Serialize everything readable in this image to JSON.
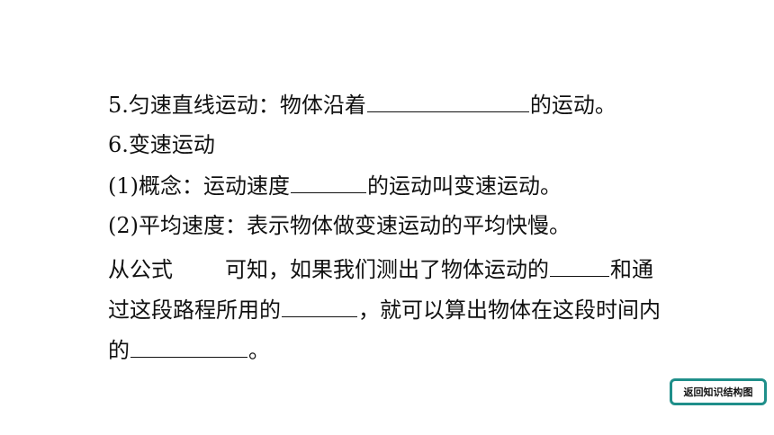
{
  "lines": {
    "l1": {
      "num": "5.",
      "text_before": "匀速直线运动：物体沿着",
      "text_after": "的运动。"
    },
    "l2": {
      "num": "6.",
      "text": "变速运动"
    },
    "l3": {
      "num": "(1)",
      "text_before": "概念：运动速度",
      "text_after": "的运动叫变速运动。"
    },
    "l4": {
      "num": "(2)",
      "text": "平均速度：表示物体做变速运动的平均快慢。"
    },
    "l5": {
      "text_before": "从公式",
      "text_mid": "可知，如果我们测出了物体运动的",
      "text_after": "和通"
    },
    "l6": {
      "text_before": "过这段路程所用的",
      "text_after": "，就可以算出物体在这段时间内"
    },
    "l7": {
      "text_before": "的",
      "text_after": "。"
    }
  },
  "button": {
    "label": "返回知识结构图"
  },
  "colors": {
    "button_border": "#1f8f8a",
    "text": "#111111"
  }
}
